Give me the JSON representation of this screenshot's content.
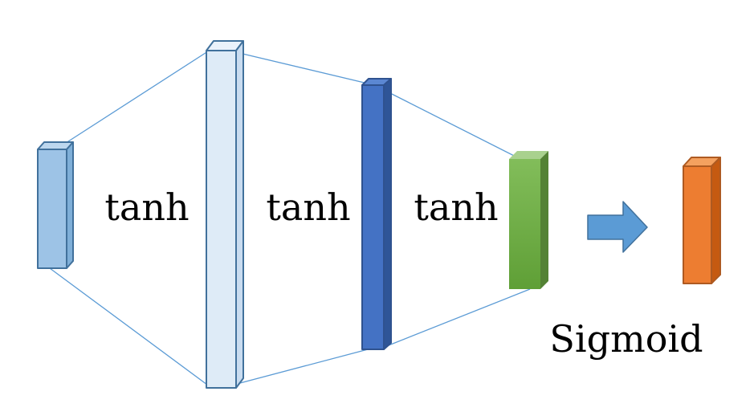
{
  "labels": {
    "activation_1": "tanh",
    "activation_2": "tanh",
    "activation_3": "tanh",
    "output_activation": "Sigmoid"
  },
  "colors": {
    "connector": "#5b9bd5",
    "input_layer": "#9dc3e6",
    "hidden_layer_1": "#deebf7",
    "hidden_layer_2": "#4472c4",
    "hidden_layer_3": "#70ad47",
    "output_layer": "#ed7d31",
    "arrow": "#5b9bd5"
  },
  "icons": {
    "arrow": "right-arrow-icon"
  }
}
